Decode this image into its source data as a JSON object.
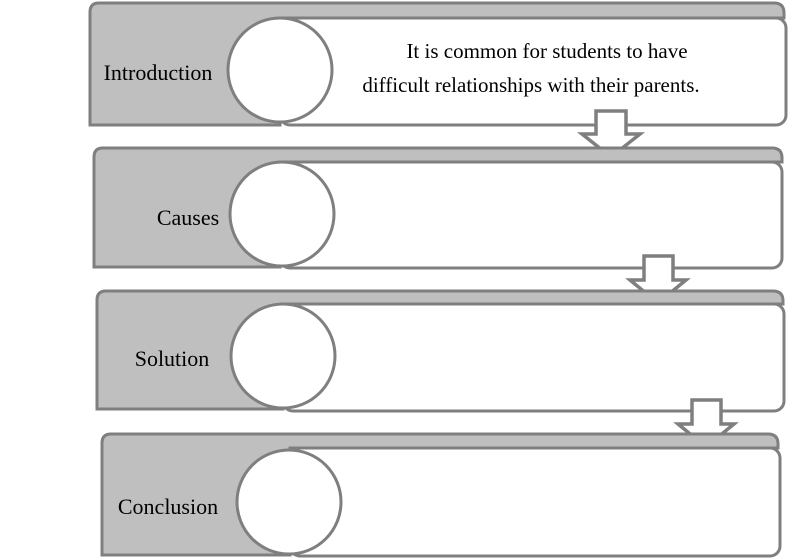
{
  "colors": {
    "stroke": "#7f7f7f",
    "band_fill": "#bfbfbf",
    "box_fill": "#ffffff",
    "text": "#000000"
  },
  "stages": [
    {
      "label": "Introduction",
      "content_lines": [
        "It is common for students to have",
        "difficult relationships with their parents."
      ]
    },
    {
      "label": "Causes",
      "content_lines": []
    },
    {
      "label": "Solution",
      "content_lines": []
    },
    {
      "label": "Conclusion",
      "content_lines": []
    }
  ]
}
